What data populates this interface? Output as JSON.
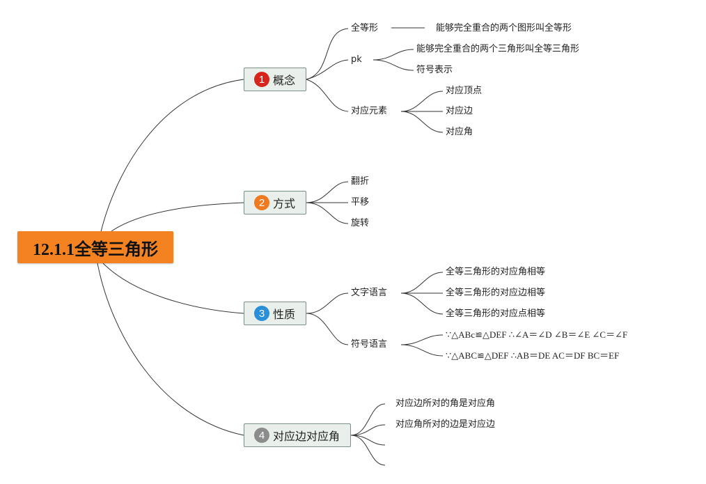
{
  "root": {
    "title": "12.1.1全等三角形"
  },
  "branches": [
    {
      "number": "1",
      "label": "概念",
      "badge_color": "#d7251d"
    },
    {
      "number": "2",
      "label": "方式",
      "badge_color": "#f07a1f"
    },
    {
      "number": "3",
      "label": "性质",
      "badge_color": "#2a8fd9"
    },
    {
      "number": "4",
      "label": "对应边对应角",
      "badge_color": "#8c8c8c"
    }
  ],
  "concept": {
    "congruent": "全等形",
    "congruent_def": "能够完全重合的两个图形叫全等形",
    "pk": "pk",
    "pk_def": "能够完全重合的两个三角形叫全等三角形",
    "pk_symbol": "符号表示",
    "elements": "对应元素",
    "vertex": "对应顶点",
    "side": "对应边",
    "angle": "对应角"
  },
  "method": {
    "fold": "翻折",
    "translate": "平移",
    "rotate": "旋转"
  },
  "property": {
    "text_lang": "文字语言",
    "angles_equal": "全等三角形的对应角相等",
    "sides_equal": "全等三角形的对应边相等",
    "points_equal": "全等三角形的对应点相等",
    "symbol_lang": "符号语言",
    "symbol_angles": "∵△ABc≌△DEF ∴∠A＝∠D ∠B＝∠E ∠C＝∠F",
    "symbol_sides": "∵△ABC≌△DEF ∴AB＝DE AC＝DF BC＝EF"
  },
  "correspondence": {
    "opposite_angle": "对应边所对的角是对应角",
    "opposite_side": "对应角所对的边是对应边"
  },
  "colors": {
    "root_fill": "#f58220",
    "node_fill": "#e9efea",
    "node_border": "#7a8f86",
    "line": "#333333"
  }
}
